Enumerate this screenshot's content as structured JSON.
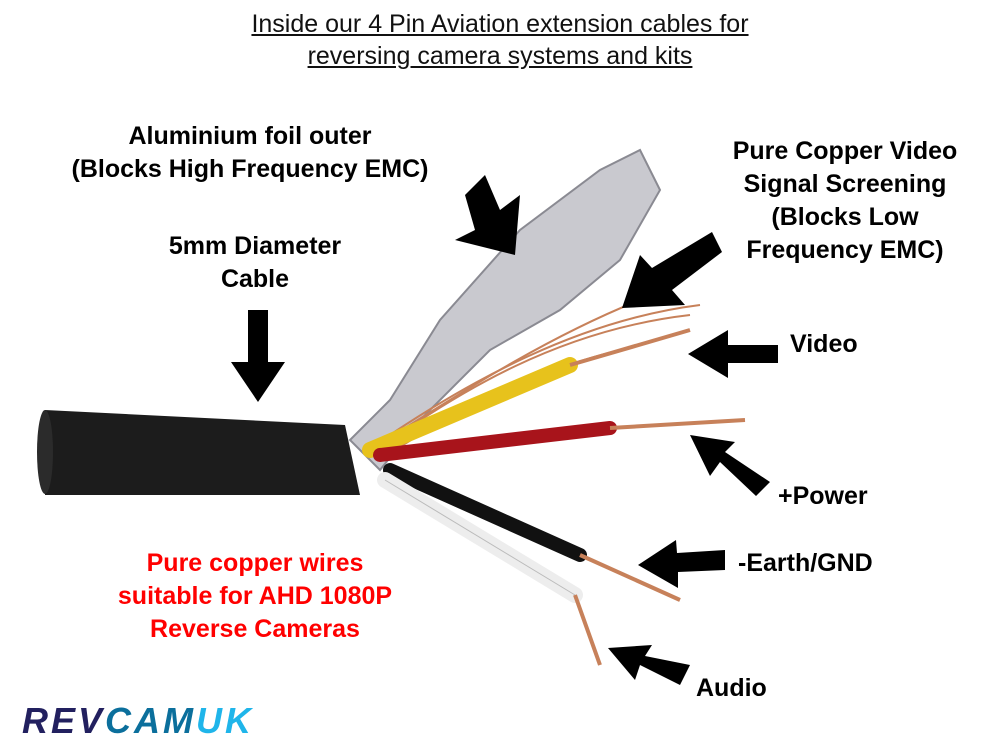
{
  "title": {
    "line1": "Inside our 4 Pin Aviation extension cables for",
    "line2": "reversing camera systems and kits"
  },
  "labels": {
    "foil": {
      "line1": "Aluminium foil outer",
      "line2": "(Blocks High Frequency EMC)"
    },
    "diameter": {
      "line1": "5mm Diameter",
      "line2": "Cable"
    },
    "screening": {
      "line1": "Pure Copper Video",
      "line2": "Signal Screening",
      "line3": "(Blocks Low",
      "line4": "Frequency EMC)"
    },
    "video": "Video",
    "power": "+Power",
    "earth": "-Earth/GND",
    "audio": "Audio"
  },
  "promo": {
    "line1": "Pure copper wires",
    "line2": "suitable for AHD 1080P",
    "line3": "Reverse Cameras"
  },
  "logo": {
    "part1": "REV",
    "part2": "CAM",
    "part3": "UK"
  },
  "colors": {
    "logo_rev": "#22205f",
    "logo_cam": "#0b6f9c",
    "logo_uk": "#1fb5ea",
    "promo": "#ff0000"
  }
}
